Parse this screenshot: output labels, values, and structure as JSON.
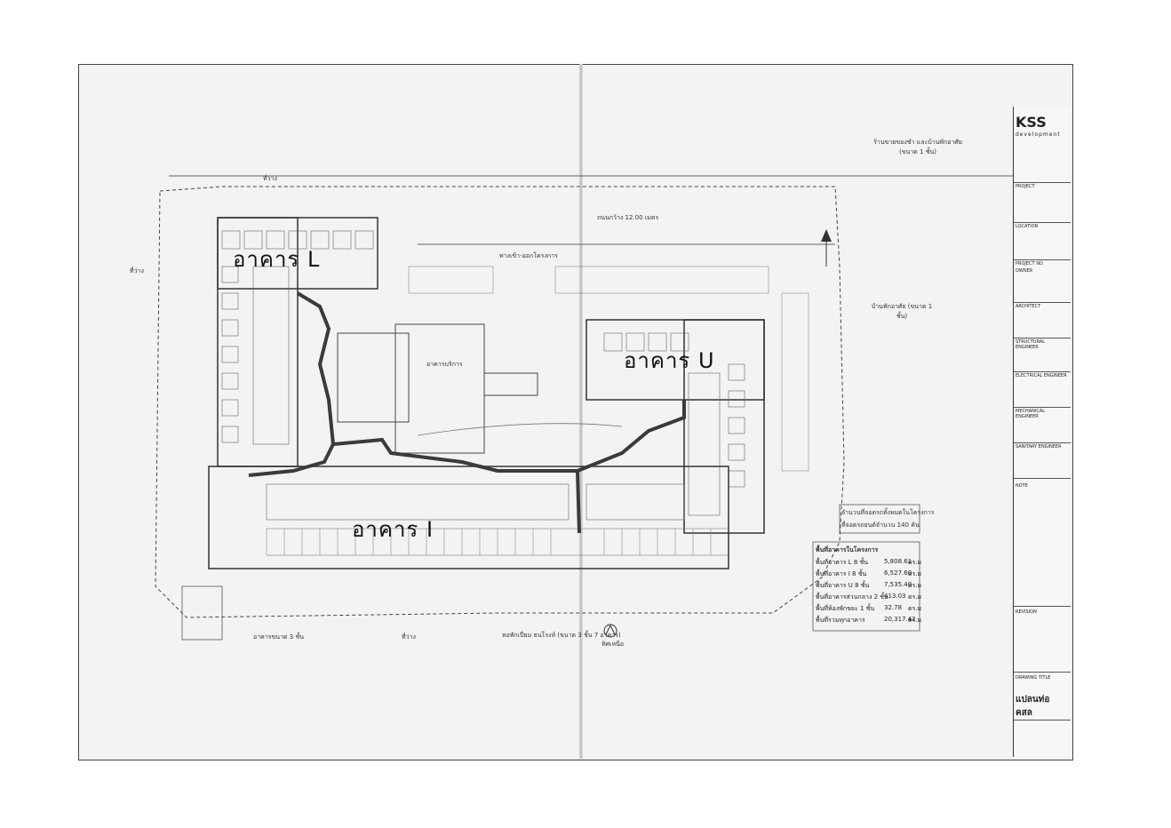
{
  "buildings": {
    "building_l": "อาคาร L",
    "building_u": "อาคาร U",
    "building_i": "อาคาร I",
    "service_building": "อาคารบริการ"
  },
  "title_block": {
    "brand": "KSS",
    "brand_sub": "development",
    "project_label": "PROJECT",
    "location_label": "LOCATION",
    "project_no_label": "PROJECT NO",
    "owner_label": "OWNER",
    "architect_label": "ARCHITECT",
    "structural_label": "STRUCTURAL ENGINEER",
    "electrical_label": "ELECTRICAL ENGINEER",
    "mechanical_label": "MECHANICAL ENGINEER",
    "sanitary_label": "SANITARY ENGINEER",
    "note_label": "NOTE",
    "revision_label": "REVISION",
    "drawing_title_label": "DRAWING TITLE",
    "drawing_title": "แปลนท่อ คสล"
  },
  "annotations": {
    "road_top": "ถนนกว้าง 12.00 เมตร",
    "entrance": "ทางเข้า-ออกโครงการ",
    "shop_top_right": "ร้านขายของชำ และบ้านพักอาศัย (ขนาด 1 ชั้น)",
    "house_right": "บ้านพักอาศัย (ขนาด 1 ชั้น)",
    "dorm_bottom": "หอพักเปี่ยม ธนโรงห์ (ขนาด 3 ชั้น 7 อาคาร)",
    "building_bottom_left": "อาคารขนาด 3 ชั้น",
    "empty_land_top": "ที่ว่าง",
    "empty_land_left": "ที่ว่าง",
    "empty_land_bottom": "ที่ว่าง",
    "north": "ทิศเหนือ",
    "parking_note": "จำนวนที่จอดรถทั้งหมดในโครงการ",
    "parking_count": "ที่จอดรถยนต์จำนวน 140 คัน"
  },
  "area_table": {
    "title": "พื้นที่อาคารในโครงการ",
    "rows": [
      {
        "label": "พื้นที่อาคาร L 8 ชั้น",
        "value": "5,808.61",
        "unit": "ตร.ม"
      },
      {
        "label": "พื้นที่อาคาร I 8 ชั้น",
        "value": "6,527.60",
        "unit": "ตร.ม"
      },
      {
        "label": "พื้นที่อาคาร U 8 ชั้น",
        "value": "7,535.40",
        "unit": "ตร.ม"
      },
      {
        "label": "พื้นที่อาคารส่วนกลาง 2 ชั้น",
        "value": "413.03",
        "unit": "ตร.ม"
      },
      {
        "label": "พื้นที่ห้องพักขยะ 1 ชั้น",
        "value": "32.78",
        "unit": "ตร.ม"
      },
      {
        "label": "พื้นที่รวมทุกอาคาร",
        "value": "20,317.42",
        "unit": "ตร.ม"
      }
    ]
  },
  "colors": {
    "paper": "#f3f3f3",
    "line": "#555555",
    "pipe": "#3a3a3a",
    "text": "#111111"
  }
}
